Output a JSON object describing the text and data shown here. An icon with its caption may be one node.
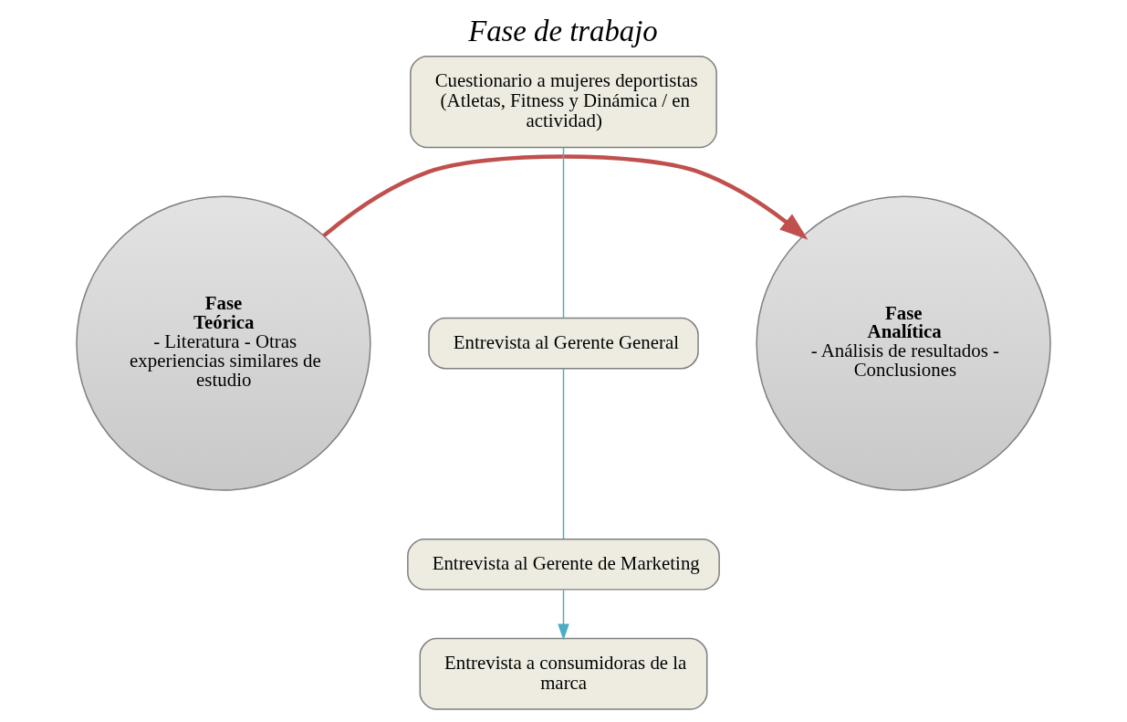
{
  "diagram": {
    "title": "Fase de trabajo",
    "nodes": [
      {
        "text": [
          "**Fase Teórica** - Literatura - Otras experiencias similares de estudio"
        ]
      },
      {
        "text": [
          "Cuestionario a mujeres deportistas (Atletas, Fitness y Dinámica / en actividad)"
        ]
      },
      {
        "text": [
          "Entrevista al Gerente General"
        ]
      },
      {
        "text": [
          "Entrevista al Gerente de Marketing"
        ]
      },
      {
        "text": [
          "Entrevista a consumidoras de la marca"
        ]
      },
      {
        "text": [
          "**Fase Analítica** - Análisis de resultados - Conclusiones"
        ]
      }
    ],
    "edges": [
      {
        "from": 1,
        "to": 2,
        "arrow": "none"
      },
      {
        "from": 2,
        "to": 3,
        "arrow": "none"
      },
      {
        "from": 3,
        "to": 4,
        "arrow": "to"
      },
      {
        "from": 0,
        "to": 5,
        "arrow": "to",
        "style": "thick",
        "color": "#c0504d"
      }
    ]
  }
}
